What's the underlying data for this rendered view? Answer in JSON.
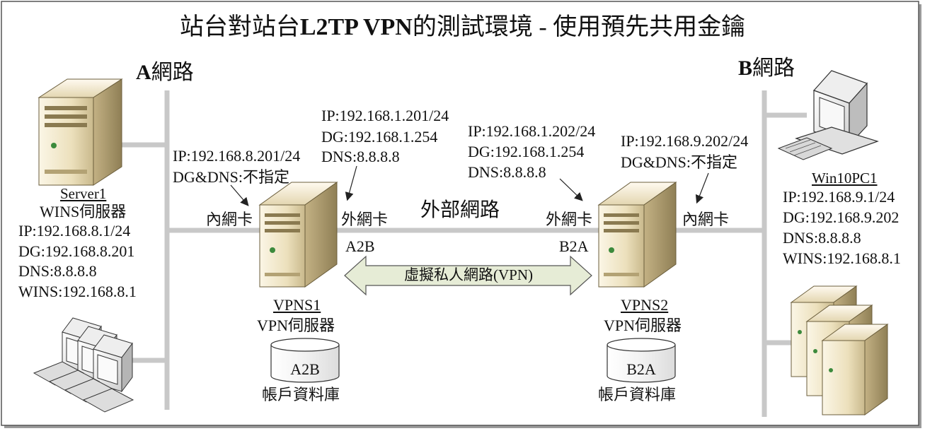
{
  "diagram": {
    "title_prefix": "站台對站台",
    "title_bold": "L2TP VPN",
    "title_suffix": "的測試環境 - 使用預先共用金鑰",
    "network_a": {
      "letter": "A",
      "name": "網路"
    },
    "network_b": {
      "letter": "B",
      "name": "網路"
    },
    "external_network": "外部網路",
    "vpn_tunnel": "虛擬私人網路(VPN)",
    "server1": {
      "name": "Server1",
      "role": "WINS伺服器",
      "ip": "IP:192.168.8.1/24",
      "dg": "DG:192.168.8.201",
      "dns": "DNS:8.8.8.8",
      "wins": "WINS:192.168.8.1"
    },
    "vpns1": {
      "name": "VPNS1",
      "role": "VPN伺服器",
      "internal_nic": "內網卡",
      "external_nic": "外網卡",
      "interface_name": "A2B",
      "internal_ip": "IP:192.168.8.201/24",
      "internal_dgdns": "DG&DNS:不指定",
      "external_ip": "IP:192.168.1.201/24",
      "external_dg": "DG:192.168.1.254",
      "external_dns": "DNS:8.8.8.8",
      "db_label": "A2B",
      "db_caption": "帳戶資料庫"
    },
    "vpns2": {
      "name": "VPNS2",
      "role": "VPN伺服器",
      "internal_nic": "內網卡",
      "external_nic": "外網卡",
      "interface_name": "B2A",
      "internal_ip": "IP:192.168.9.202/24",
      "internal_dgdns": "DG&DNS:不指定",
      "external_ip": "IP:192.168.1.202/24",
      "external_dg": "DG:192.168.1.254",
      "external_dns": "DNS:8.8.8.8",
      "db_label": "B2A",
      "db_caption": "帳戶資料庫"
    },
    "win10pc1": {
      "name": "Win10PC1",
      "ip": "IP:192.168.9.1/24",
      "dg": "DG:192.168.9.202",
      "dns": "DNS:8.8.8.8",
      "wins": "WINS:192.168.8.1"
    },
    "colors": {
      "line": "#c8c8c8",
      "tower_light": "#f4ecd2",
      "tower_dark": "#b9a777",
      "arrow_fill": "#e6ecd6",
      "arrow_stroke": "#555555"
    }
  }
}
